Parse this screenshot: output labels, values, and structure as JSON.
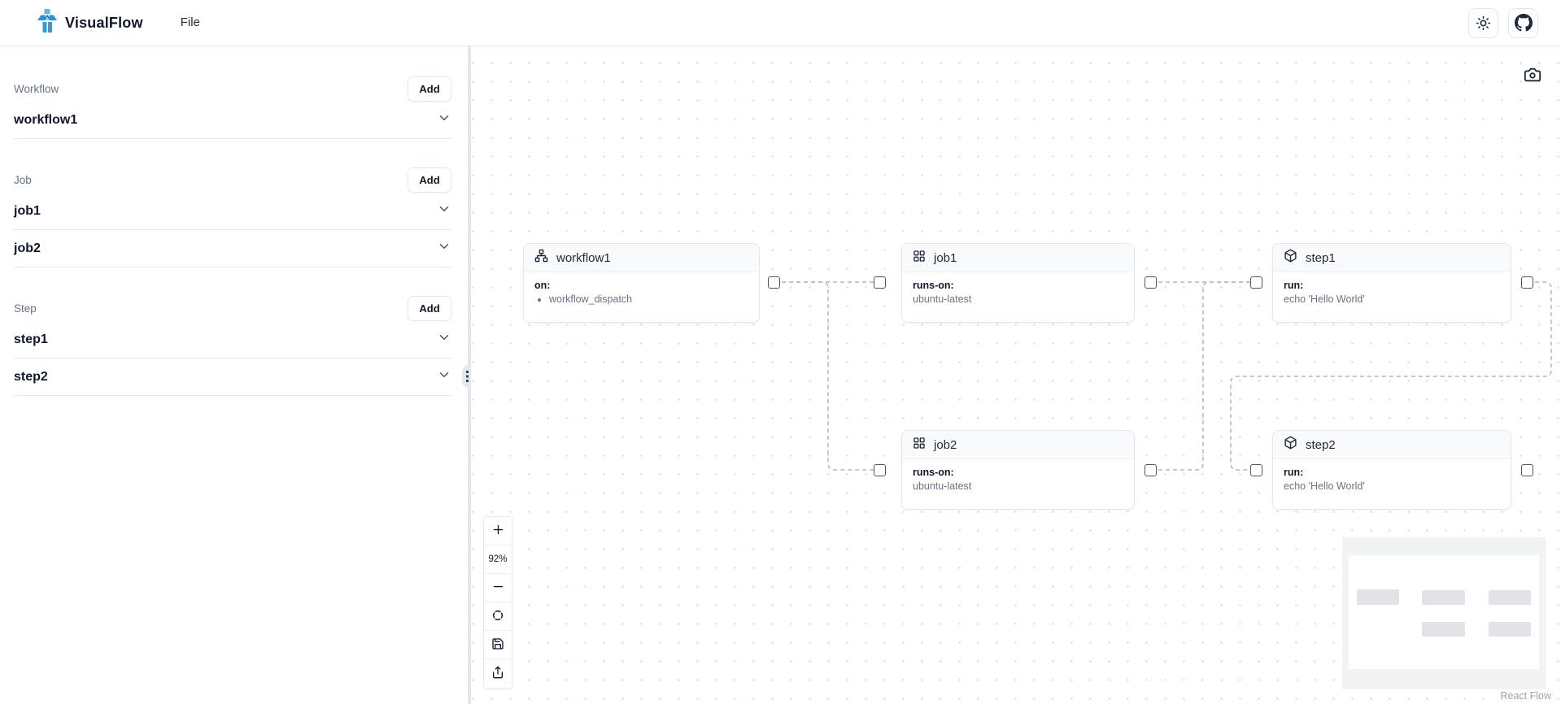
{
  "navbar": {
    "brand": "VisualFlow",
    "menu": [
      {
        "label": "File"
      }
    ],
    "actions": [
      {
        "icon": "theme-sun-icon"
      },
      {
        "icon": "github-icon"
      }
    ]
  },
  "sidebar": {
    "sections": [
      {
        "label": "Workflow",
        "add_label": "Add",
        "items": [
          {
            "name": "workflow1"
          }
        ]
      },
      {
        "label": "Job",
        "add_label": "Add",
        "items": [
          {
            "name": "job1"
          },
          {
            "name": "job2"
          }
        ]
      },
      {
        "label": "Step",
        "add_label": "Add",
        "items": [
          {
            "name": "step1"
          },
          {
            "name": "step2"
          }
        ]
      }
    ]
  },
  "canvas": {
    "zoom_level": "92%",
    "attribution": "React Flow",
    "toolbar": [
      {
        "icon": "camera-icon"
      }
    ],
    "controls": [
      "zoom-in",
      "zoom-level",
      "zoom-out",
      "fit-view",
      "save",
      "upload"
    ],
    "nodes": [
      {
        "id": "workflow1",
        "type": "workflow",
        "icon": "network-icon",
        "title": "workflow1",
        "field_label": "on:",
        "field_value": "workflow_dispatch",
        "value_style": "bulleted"
      },
      {
        "id": "job1",
        "type": "job",
        "icon": "grid-icon",
        "title": "job1",
        "field_label": "runs-on:",
        "field_value": "ubuntu-latest"
      },
      {
        "id": "step1",
        "type": "step",
        "icon": "box-icon",
        "title": "step1",
        "field_label": "run:",
        "field_value": "echo 'Hello World'"
      },
      {
        "id": "job2",
        "type": "job",
        "icon": "grid-icon",
        "title": "job2",
        "field_label": "runs-on:",
        "field_value": "ubuntu-latest"
      },
      {
        "id": "step2",
        "type": "step",
        "icon": "box-icon",
        "title": "step2",
        "field_label": "run:",
        "field_value": "echo 'Hello World'"
      }
    ],
    "edges": [
      {
        "from": "workflow1",
        "to": "job1"
      },
      {
        "from": "workflow1",
        "to": "job2"
      },
      {
        "from": "job1",
        "to": "step1"
      },
      {
        "from": "job2",
        "to": "step1"
      },
      {
        "from": "step1",
        "to": "step2"
      }
    ]
  },
  "colors": {
    "brand_blue": "#2f9ce3",
    "icon_dark": "#1e293b",
    "edge_gray": "#b4b6bb",
    "node_header_bg": "#f8fafc",
    "border": "#e2e8f0"
  }
}
